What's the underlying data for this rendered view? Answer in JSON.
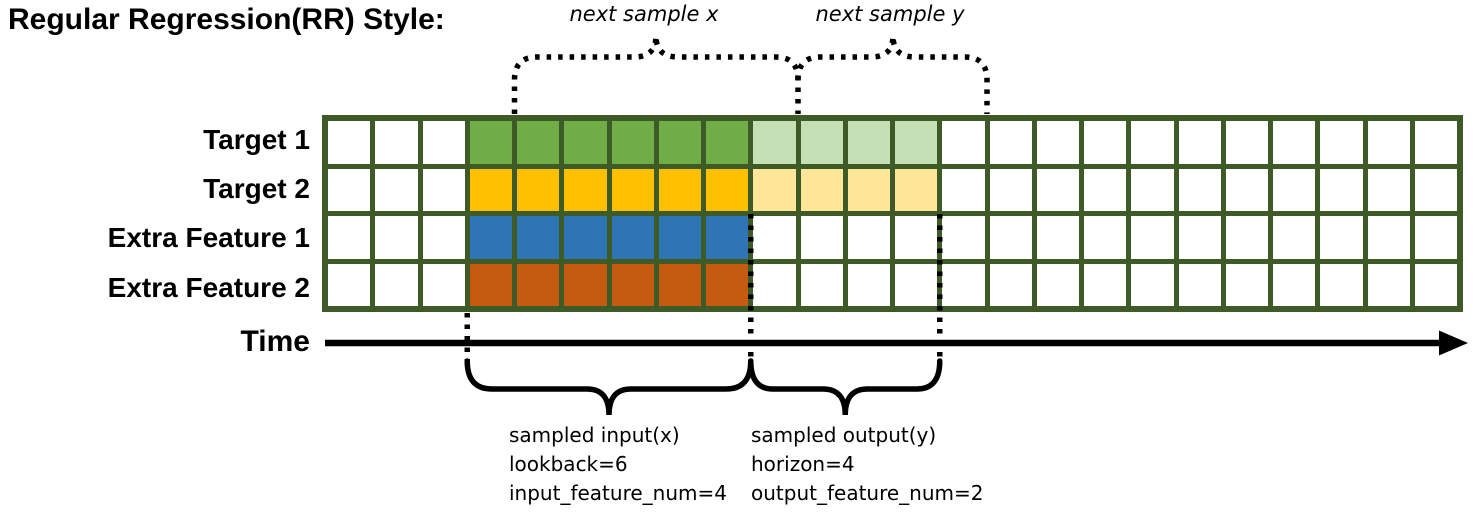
{
  "title": "Regular Regression(RR) Style:",
  "annotations": {
    "next_sample_x": "next sample x",
    "next_sample_y": "next sample y",
    "time_label": "Time"
  },
  "captions": {
    "input": [
      "sampled input(x)",
      "lookback=6",
      "input_feature_num=4"
    ],
    "output": [
      "sampled output(y)",
      "horizon=4",
      "output_feature_num=2"
    ]
  },
  "colors": {
    "grid_frame": "#3e5a26",
    "empty_cell": "#ffffff",
    "target1_input": "#70ad47",
    "target1_output": "#c5e0b4",
    "target2_input": "#ffc000",
    "target2_output": "#ffe699",
    "extra1_input": "#2e75b6",
    "extra2_input": "#c55a11",
    "annotation": "#000000"
  },
  "grid": {
    "columns": 24,
    "lookback": 6,
    "horizon": 4,
    "input_start_col": 3,
    "rows": [
      {
        "label": "Target 1",
        "runs": [
          {
            "start": 3,
            "end": 8,
            "color_key": "target1_input"
          },
          {
            "start": 9,
            "end": 12,
            "color_key": "target1_output"
          }
        ]
      },
      {
        "label": "Target 2",
        "runs": [
          {
            "start": 3,
            "end": 8,
            "color_key": "target2_input"
          },
          {
            "start": 9,
            "end": 12,
            "color_key": "target2_output"
          }
        ]
      },
      {
        "label": "Extra Feature 1",
        "runs": [
          {
            "start": 3,
            "end": 8,
            "color_key": "extra1_input"
          }
        ]
      },
      {
        "label": "Extra Feature 2",
        "runs": [
          {
            "start": 3,
            "end": 8,
            "color_key": "extra2_input"
          }
        ]
      }
    ]
  }
}
